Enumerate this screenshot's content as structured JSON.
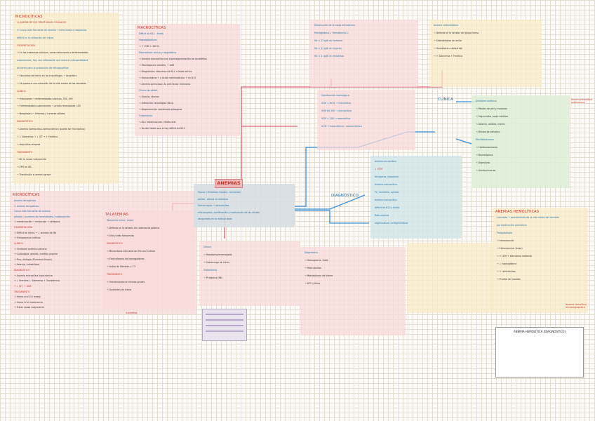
{
  "colors": {
    "title_red": "#c0392b",
    "link_pink": "#e0607a",
    "link_blue": "#3a8fd6",
    "grid": "#e3ddd2"
  },
  "center": {
    "title": "ANEMIAS"
  },
  "nodes": {
    "clinica": "CLÍNICA",
    "diagnostico": "DIAGNÓSTICO",
    "hemolitica": "ANEMIAS HEMOLÍTICAS"
  },
  "boxes": {
    "microcitica": {
      "title": "MICROCÍTICAS",
      "lines": [
        "1) ANEMIA DE LOS TRASTORNOS CRÓNICOS",
        "2º causa más frecuente de anemia → infecciones o neoplasias",
        "déficit en la utilización del hierro",
        "FISIOPATOLOGÍA",
        "→ En los trastornos crónicos, como infecciones o enfermedades",
        "autoinmunes, hay una inflamación que reduce la disponibilidad",
        "de hierro para la producción de eritropoyetina",
        "→ Secuestro de hierro en los macrófagos → hepcidina",
        "→ Se produce una reducción de la vida media de los hematíes",
        "CLÍNICA",
        "→ Infecciones → enfermedades crónicas, TBC, VIH",
        "→ Enfermedades autoinmunes → artritis reumatoide, LES",
        "→ Neoplasias → linfomas y tumores sólidos",
        "DIAGNÓSTICO",
        "→ Anemia normocítica-normocrómica (puede ser microcítica)",
        "→ ↓ Sideremia  → ↓ IST  → ↑ Ferritina",
        "→ Hepcidina elevada",
        "TRATAMIENTO",
        "→ De la causa subyacente",
        "→ EPO en IRC",
        "→ Transfusión si anemia grave"
      ]
    },
    "macrocitica": {
      "title": "MACROCÍTICAS",
      "lines": [
        "Déficit de B12 - folato",
        "Megaloblásticas",
        "→ ↑ VCM > 100 fL",
        "Macrocitosis clínica y diagnóstico",
        "→ Anemia macrocítica con hipersegmentación de neutrófilos",
        "→ Pancitopenia variable, ↑ LDH",
        "→ Diagnóstico: descenso de B12 o folato sérico",
        "→ Homocisteína ↑ y ácido metilmalónico ↑ en B12",
        "→ Anemia perniciosa: Ac anti factor intrínseco",
        "Clínica de déficit",
        "→ Glositis, diarrea",
        "→ Alteración neurológica (B12)",
        "→ Degeneración combinada subaguda",
        "Tratamiento",
        "→ B12 intramuscular / folato oral",
        "→ No dar folato solo si hay déficit de B12"
      ]
    },
    "ferropenica": {
      "title": "MICROCÍTICAS",
      "lines": [
        "Anemia ferropénica",
        "1. Anemia ferropénica",
        "Causa más frecuente de anemia",
        "pérdida  /  aumento de necesidades  /  malabsorción",
        "→ menstruación  → embarazo  → celiaquía",
        "FISIOPATOLOGÍA",
        "→ Déficit de hierro → ↓ síntesis de Hb",
        "→ Eritropoyesis ineficaz",
        "CLÍNICA",
        "→ Síndrome anémico general",
        "→ Coiloniquia, glositis, queilitis angular",
        "→ Pica, disfagia (Plummer-Vinson)",
        "→ Astenia, irritabilidad",
        "DIAGNÓSTICO",
        "→ Anemia microcítica hipocrómica",
        "→ ↓ Ferritina ↓ Sideremia ↑ Transferrina",
        "→ ↓ IST, ↑ ADE",
        "TRATAMIENTO",
        "→ Hierro oral 3-6 meses",
        "→ Hierro IV si intolerancia",
        "→ Tratar causa subyacente"
      ]
    },
    "talasemia": {
      "title": "TALASEMIAS",
      "lines": [
        "Talasemia minor / major",
        "→ Defecto en la síntesis de cadenas de globina",
        "→ Alfa y beta talasemias",
        "DIAGNÓSTICO",
        "→ Microcitosis marcada con Hb casi normal",
        "→ Electroforesis de hemoglobinas",
        "→ Índice de Mentzer < 13",
        "TRATAMIENTO",
        "→ Transfusiones en formas graves",
        "→ Quelantes de hierro"
      ]
    },
    "central": {
      "lines": [
        "Disminución de la masa eritrocitaria",
        "Hemoglobina ↓  Hematocrito ↓",
        "Hb < 13 g/dl en hombres",
        "Hb < 12 g/dl en mujeres",
        "Hb < 11 g/dl en embarazo"
      ]
    },
    "central_def": {
      "lines": [
        "Signos  |  Síntomas (hipoxia, cansancio)",
        "pálida  |  disnea de esfuerzo",
        "Hemorragias → reticulocitos",
        "eritropoyesis, proliferación y maduración de las células",
        "sanguíneas en la médula ósea"
      ]
    },
    "clasificacion": {
      "lines": [
        "Clasificación morfológica",
        "VCM < 80 fL → microcítica",
        "VCM 80-100 → normocítica",
        "VCM > 100 → macrocítica",
        "HCM → hipocrómica / normocrómica"
      ]
    },
    "diagnostico": {
      "lines": [
        "Anemia microcítica",
        "↓ VCM",
        "ferropenia, talasemia",
        "Anemia normocítica",
        "TC, hemólisis, aplasia",
        "Anemia macrocítica",
        "déficit de B12 y folato",
        "Reticulocitos",
        "regenerativa / arregenerativa"
      ]
    },
    "hemolitica": {
      "title": "ANEMIAS HEMOLÍTICAS",
      "lines": [
        "Concepto → acortamiento de la vida media del hematíe",
        "por destrucción prematura",
        "Fisiopatología",
        "→ Intravascular",
        "→ Extravascular (bazo)",
        "→ ↑ LDH  ↑ bilirrubina indirecta",
        "→ ↓ haptoglobina",
        "→ ↑ reticulocitos",
        "→ Prueba de Coombs"
      ]
    },
    "clinica_box": {
      "lines": [
        "Síndrome anémico",
        "→ Palidez de piel y mucosas",
        "→ Taquicardia, soplo sistólico",
        "→ Astenia, cefalea, mareo",
        "→ Disnea de esfuerzo",
        "Manifestaciones",
        "→ Cardiovasculares",
        "→ Neurológicas",
        "→ Digestivas",
        "→ Genitourinarias"
      ]
    },
    "sideroblastica": {
      "lines": [
        "Anemia sideroblástica",
        "→ Defecto en la síntesis del grupo hemo",
        "→ Sideroblastos en anillo",
        "→ Hereditaria o adquirida",
        "→ ↑ Sideremia ↑ Ferritina"
      ]
    },
    "sideroblastica2": {
      "lines": [
        "Clínica",
        "→ Hepatoesplenomegalia",
        "→ Sobrecarga de hierro",
        "Tratamiento",
        "→ Piridoxina (B6)"
      ]
    },
    "diag_esquema": {
      "lines": [
        "Diagnóstico",
        "→ Hemograma, frotis",
        "→ Reticulocitos",
        "→ Metabolismo del hierro",
        "→ B12 y fólico"
      ]
    },
    "tabla": {
      "title": "ANEMIA HEMOLÍTICA (DIAGNÓSTICO)"
    }
  },
  "side_notes": [
    "Anemia hemolítica\nautoinmune",
    "Anemia hemolítica\nmicroangiopática",
    "Leucemia"
  ]
}
